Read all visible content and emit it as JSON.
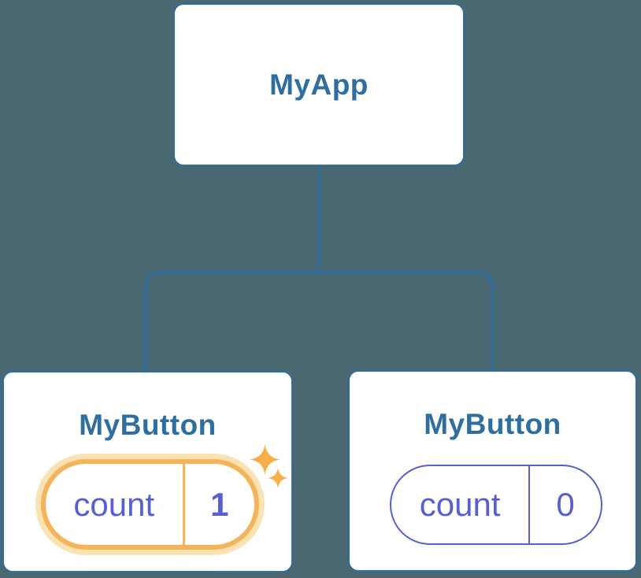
{
  "tree": {
    "root": {
      "label": "MyApp"
    },
    "children": [
      {
        "label": "MyButton",
        "state_key": "count",
        "state_value": "1",
        "highlighted": true
      },
      {
        "label": "MyButton",
        "state_key": "count",
        "state_value": "0",
        "highlighted": false
      }
    ]
  },
  "icons": [
    {
      "name": "sparkle-icon",
      "meaning": "state just updated",
      "glyph": "✦"
    }
  ],
  "colors": {
    "background": "#4a6872",
    "node_border": "#2e6e9e",
    "node_text": "#2f6f9f",
    "connector": "#2e6e9e",
    "state_text": "#575fd2",
    "state_border": "#575fd2",
    "highlight_border": "#f6b45a",
    "highlight_glow": "#fbe2b2",
    "sparkle": "#f6ae49"
  }
}
